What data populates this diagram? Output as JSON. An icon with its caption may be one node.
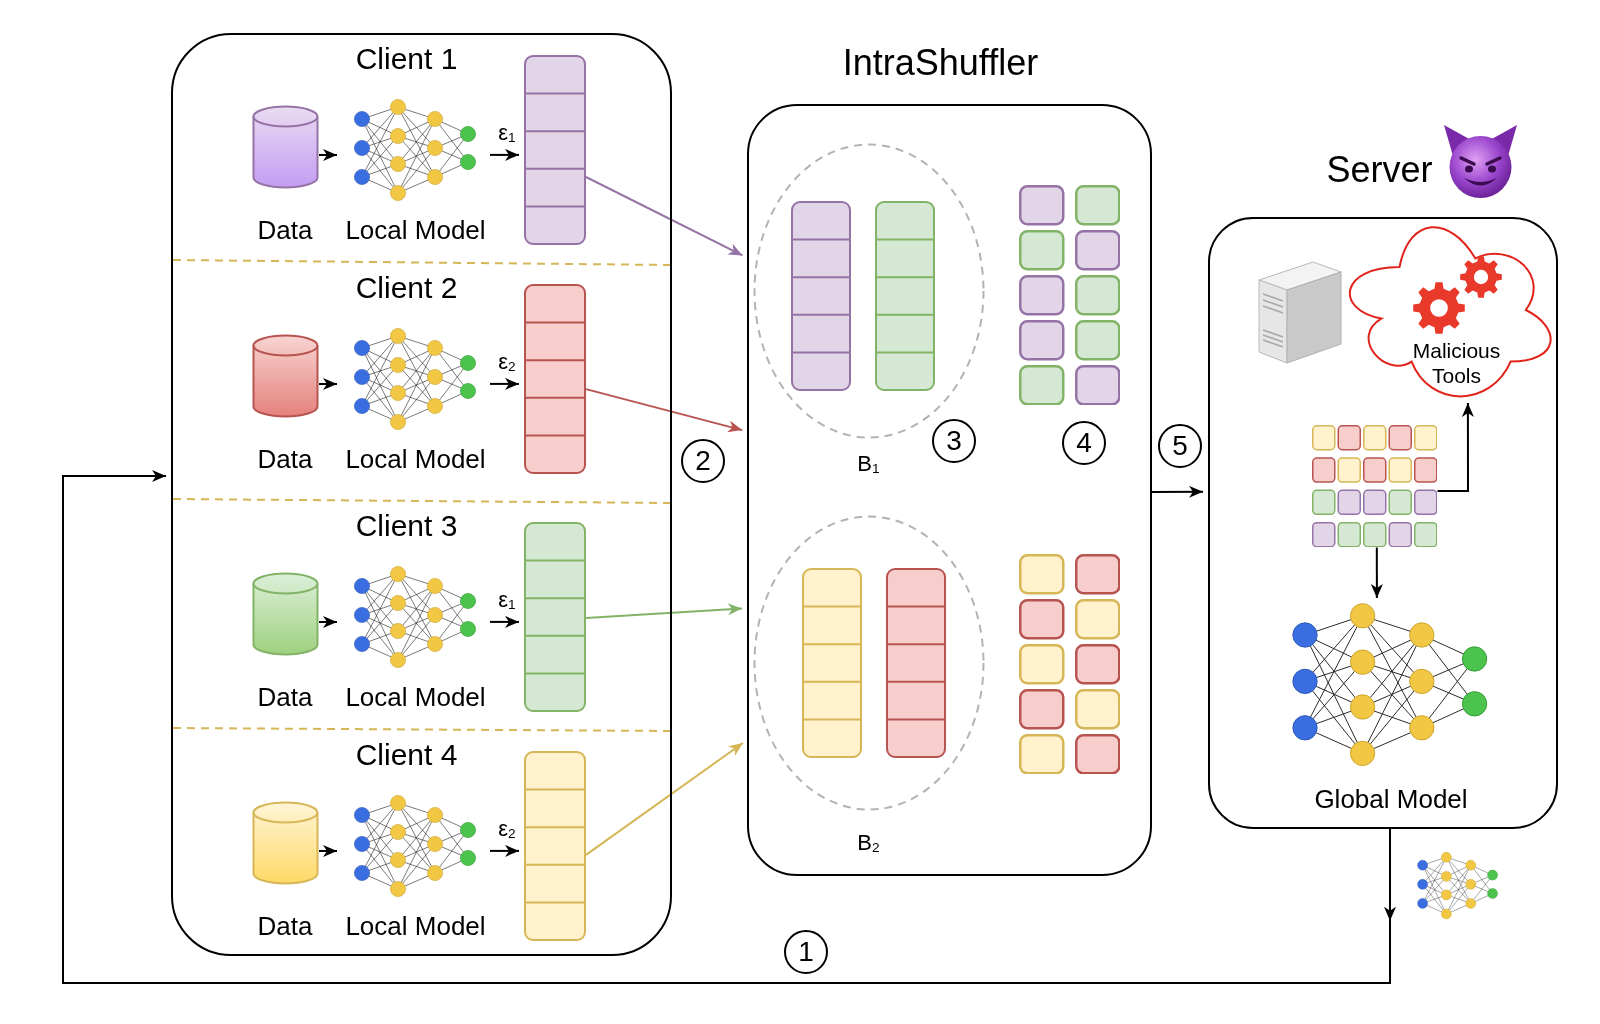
{
  "diagram": {
    "nodes": [
      {
        "text": [],
        "shape": "box"
      },
      {
        "text": [
          "Client 1"
        ],
        "in": 0
      },
      {
        "text": [
          "Data"
        ],
        "in": 1
      },
      {
        "text": [
          "Local Model"
        ],
        "in": 1
      },
      {
        "text": [],
        "shape": "bar",
        "in": 1
      },
      {
        "text": [
          "Client 2"
        ],
        "in": 0
      },
      {
        "text": [
          "Data"
        ],
        "in": 5
      },
      {
        "text": [
          "Local Model"
        ],
        "in": 5
      },
      {
        "text": [],
        "shape": "bar",
        "in": 5
      },
      {
        "text": [
          "Client 3"
        ],
        "in": 0
      },
      {
        "text": [
          "Data"
        ],
        "in": 9
      },
      {
        "text": [
          "Local Model"
        ],
        "in": 9
      },
      {
        "text": [],
        "shape": "bar",
        "in": 9
      },
      {
        "text": [
          "Client 4"
        ],
        "in": 0
      },
      {
        "text": [
          "Data"
        ],
        "in": 13
      },
      {
        "text": [
          "Local Model"
        ],
        "in": 13
      },
      {
        "text": [],
        "shape": "bar",
        "in": 13
      },
      {
        "text": [
          "IntraShuffler"
        ]
      },
      {
        "text": [
          "B$_{1}$"
        ],
        "in": 17
      },
      {
        "text": [],
        "shape": "bar",
        "in": 18
      },
      {
        "text": [],
        "shape": "bar",
        "in": 18
      },
      {
        "text": [],
        "shape": "grid",
        "in": 17
      },
      {
        "text": [
          "B$_{2}$"
        ],
        "in": 17
      },
      {
        "text": [],
        "shape": "bar",
        "in": 22
      },
      {
        "text": [],
        "shape": "bar",
        "in": 22
      },
      {
        "text": [],
        "shape": "grid",
        "in": 17
      },
      {
        "text": [
          "Server"
        ]
      },
      {
        "text": [
          "Malicious Tools"
        ],
        "in": 26
      },
      {
        "text": [],
        "shape": "grid",
        "in": 26
      },
      {
        "text": [
          "Global Model"
        ],
        "in": 26
      }
    ],
    "edges": [
      {
        "from": 2,
        "to": 3,
        "arrow": "to"
      },
      {
        "from": 3,
        "to": 4,
        "arrow": "to",
        "label": "ε$_{1}$"
      },
      {
        "from": 6,
        "to": 7,
        "arrow": "to"
      },
      {
        "from": 7,
        "to": 8,
        "arrow": "to",
        "label": "ε$_{2}$"
      },
      {
        "from": 10,
        "to": 11,
        "arrow": "to"
      },
      {
        "from": 11,
        "to": 12,
        "arrow": "to",
        "label": "ε$_{1}$"
      },
      {
        "from": 14,
        "to": 15,
        "arrow": "to"
      },
      {
        "from": 15,
        "to": 16,
        "arrow": "to",
        "label": "ε$_{2}$"
      },
      {
        "from": 4,
        "to": 17,
        "arrow": "to",
        "color": "#9673a6"
      },
      {
        "from": 8,
        "to": 17,
        "arrow": "to",
        "color": "#b85450"
      },
      {
        "from": 12,
        "to": 17,
        "arrow": "to",
        "color": "#82b366"
      },
      {
        "from": 16,
        "to": 17,
        "arrow": "to",
        "color": "#d6b656"
      },
      {
        "from": 17,
        "to": 26,
        "arrow": "to",
        "label": "5"
      },
      {
        "from": 28,
        "to": 27,
        "arrow": "to"
      },
      {
        "from": 28,
        "to": 29,
        "arrow": "to"
      },
      {
        "from": 26,
        "to": 0,
        "arrow": "to",
        "label": "1"
      }
    ],
    "labels": [
      "2",
      "3",
      "4"
    ]
  }
}
